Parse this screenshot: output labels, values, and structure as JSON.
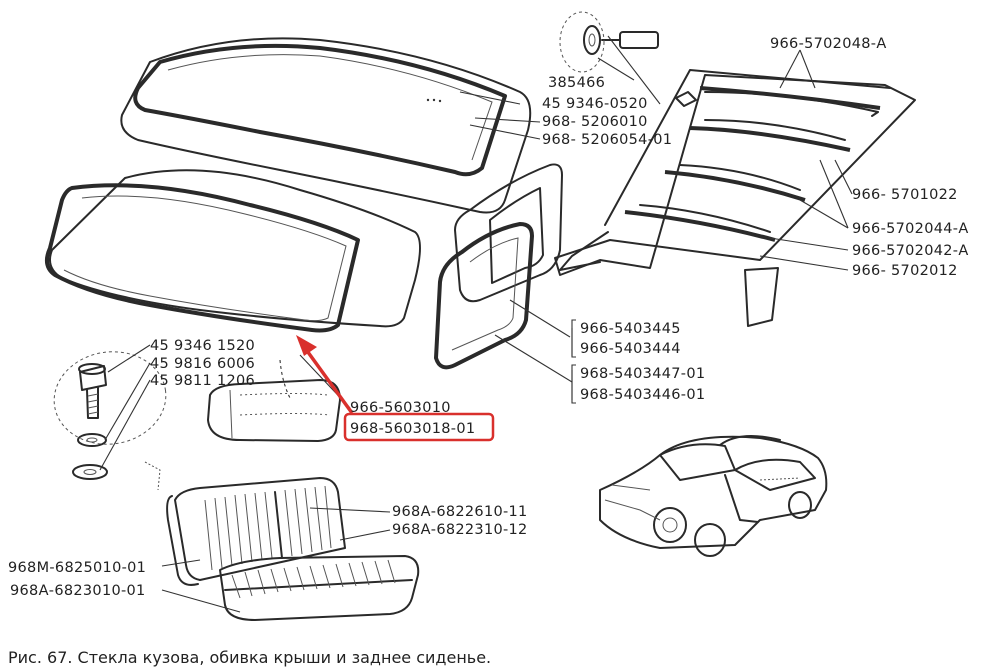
{
  "labels": {
    "bolt_385466": "385466",
    "screw_459346_0520": "45  9346-0520",
    "part_968_5206010": "968- 5206010",
    "part_968_5206054_01": "968- 5206054-01",
    "part_966_5702048_a": "966-5702048-А",
    "part_966_5701022": "966- 5701022",
    "part_966_5702044_a": "966-5702044-А",
    "part_966_5702042_a": "966-5702042-А",
    "part_966_5702012": "966- 5702012",
    "part_966_5403445": "966-5403445",
    "part_966_5403444": "966-5403444",
    "part_968_5403447_01": "968-5403447-01",
    "part_968_5403446_01": "968-5403446-01",
    "part_966_5603010": "966-5603010",
    "part_968_5603018_01": "968-5603018-01",
    "bolt_45_9346_1520": "45 9346 1520",
    "washer_45_9816_6006": "45 9816 6006",
    "washer_45_9811_1206": "45 9811 1206",
    "part_968a_6822610_11": "968А-6822610-11",
    "part_968a_6822310_12": "968А-6822310-12",
    "part_968m_6825010_01": "968М-6825010-01",
    "part_968a_6823010_01": "968А-6823010-01"
  },
  "caption": "Рис. 67. Стекла кузова, обивка крыши и заднее сиденье.",
  "highlight": {
    "target_label": "968-5603018-01",
    "color": "#d9302c"
  }
}
